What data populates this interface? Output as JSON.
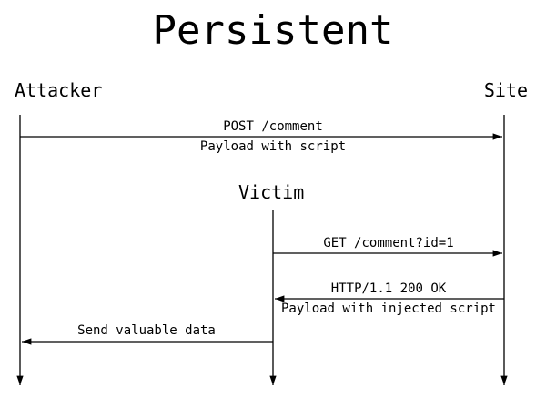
{
  "title": "Persistent",
  "actors": {
    "attacker": "Attacker",
    "site": "Site",
    "victim": "Victim"
  },
  "messages": [
    {
      "label": "POST /comment",
      "note": "Payload with script"
    },
    {
      "label": "GET /comment?id=1"
    },
    {
      "label": "HTTP/1.1 200 OK",
      "note": "Payload with injected script"
    },
    {
      "label": "Send valuable data"
    }
  ],
  "colors": {
    "line": "#000000",
    "background": "#ffffff"
  }
}
